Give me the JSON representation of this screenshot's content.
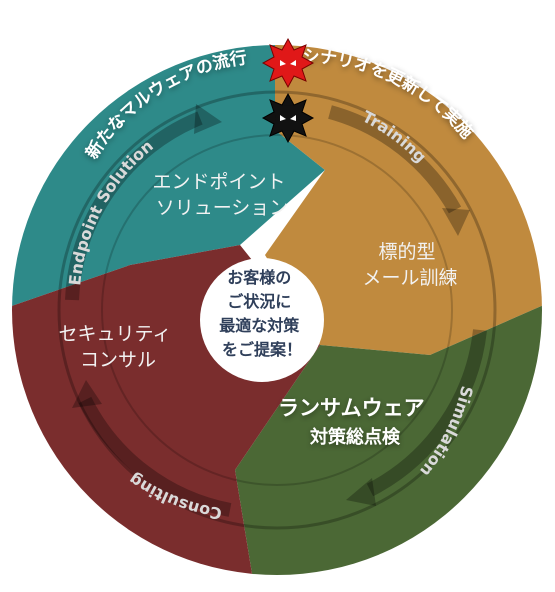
{
  "center": {
    "lines": [
      "お客様の",
      "ご状況に",
      "最適な対策",
      "をご提案！"
    ]
  },
  "segments": {
    "endpoint": {
      "lines": [
        "エンドポイント",
        "ソリューション"
      ],
      "color": "#2e8a89"
    },
    "training": {
      "lines": [
        "標的型",
        "メール訓練"
      ],
      "color": "#c08a3e"
    },
    "ransomware": {
      "lines": [
        "ランサムウェア",
        "対策総点検"
      ],
      "color": "#4b6835"
    },
    "consult": {
      "lines": [
        "セキュリティ",
        "コンサル"
      ],
      "color": "#7a2d2d"
    }
  },
  "ring": {
    "endpoint": "Endpoint Solution",
    "training": "Training",
    "simulation": "Simulation",
    "consulting": "Consulting"
  },
  "outer": {
    "left": "新たなマルウェアの流行",
    "right": "シナリオを更新して実施"
  },
  "icons": {
    "virus_red": "virus-red-icon",
    "virus_black": "virus-black-icon"
  }
}
